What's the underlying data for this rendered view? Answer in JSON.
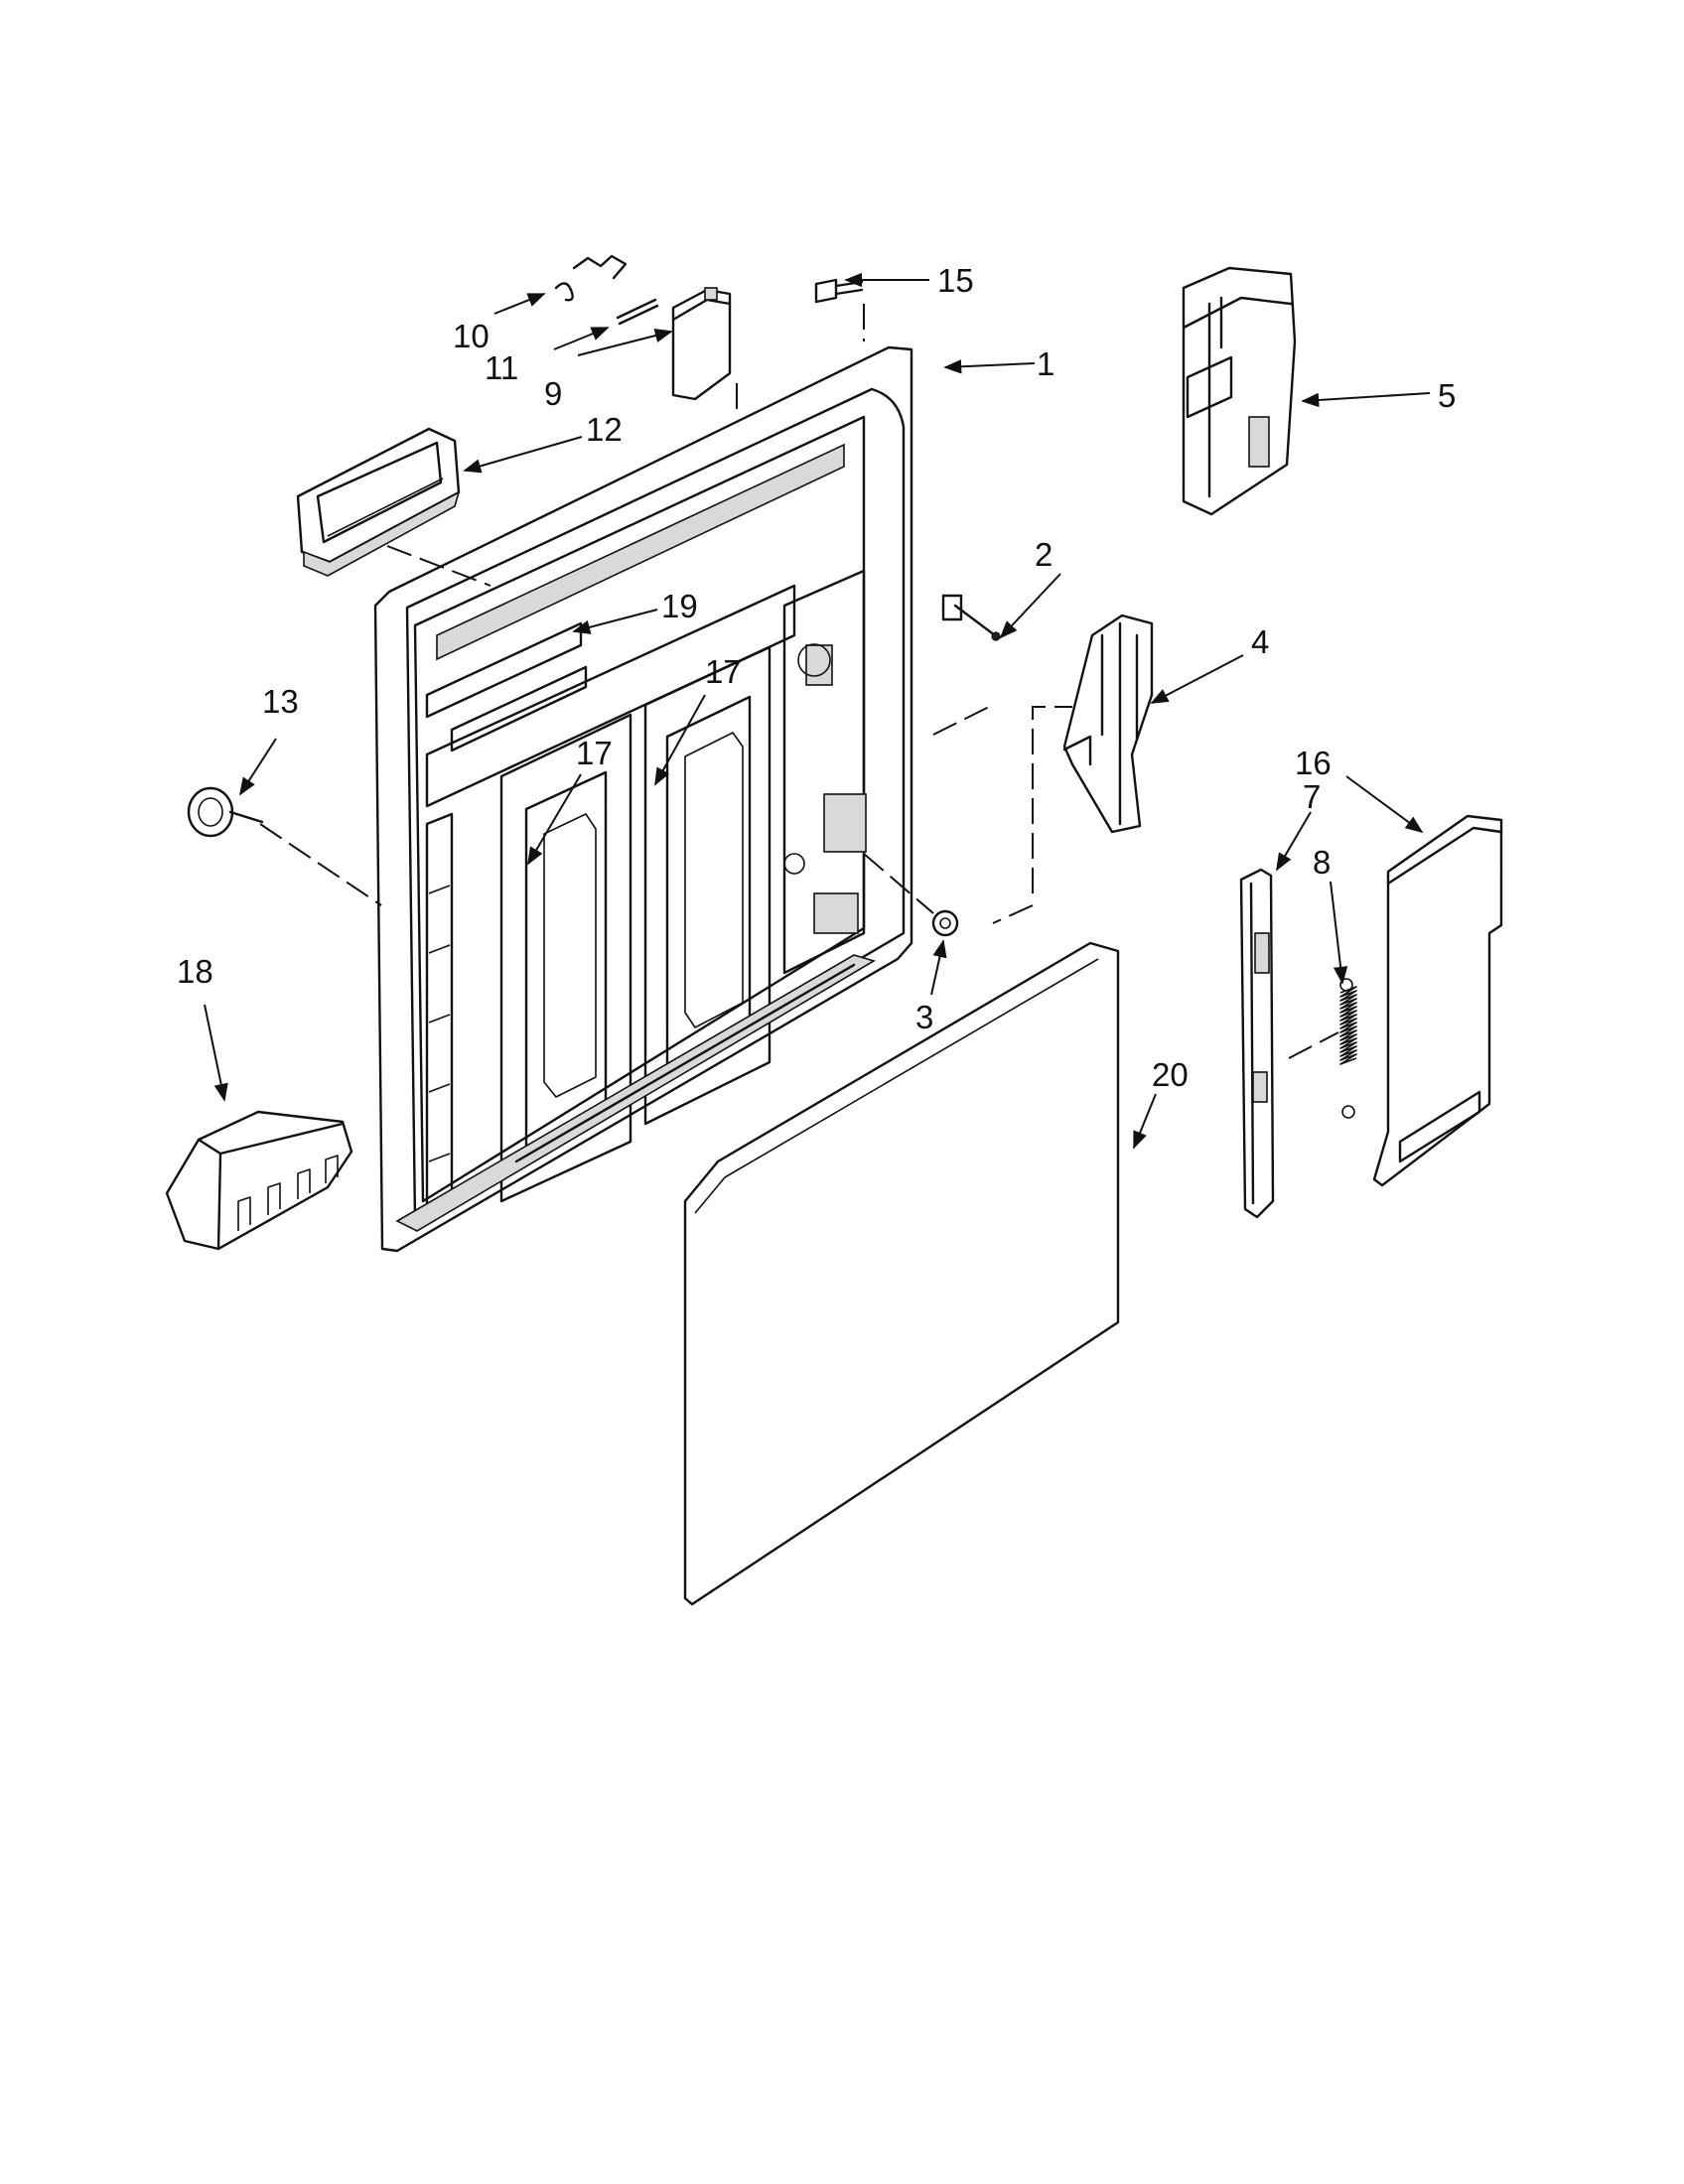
{
  "diagram": {
    "line_color": "#111111",
    "background_color": "#ffffff",
    "callouts": [
      {
        "id": "c1",
        "label": "1"
      },
      {
        "id": "c2",
        "label": "2"
      },
      {
        "id": "c3",
        "label": "3"
      },
      {
        "id": "c4",
        "label": "4"
      },
      {
        "id": "c5",
        "label": "5"
      },
      {
        "id": "c7",
        "label": "7"
      },
      {
        "id": "c8",
        "label": "8"
      },
      {
        "id": "c9",
        "label": "9"
      },
      {
        "id": "c10",
        "label": "10"
      },
      {
        "id": "c11",
        "label": "11"
      },
      {
        "id": "c12",
        "label": "12"
      },
      {
        "id": "c13",
        "label": "13"
      },
      {
        "id": "c15",
        "label": "15"
      },
      {
        "id": "c16",
        "label": "16"
      },
      {
        "id": "c17a",
        "label": "17"
      },
      {
        "id": "c17b",
        "label": "17"
      },
      {
        "id": "c18",
        "label": "18"
      },
      {
        "id": "c19",
        "label": "19"
      },
      {
        "id": "c20",
        "label": "20"
      }
    ]
  }
}
